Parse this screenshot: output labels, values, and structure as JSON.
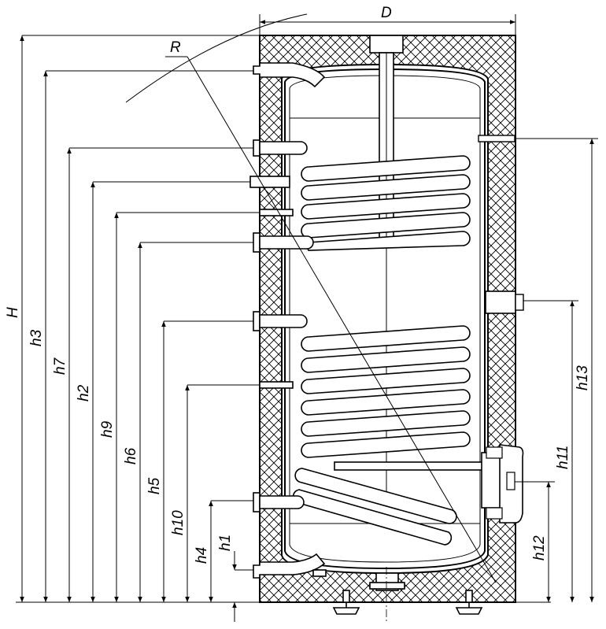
{
  "labels": {
    "D": "D",
    "R": "R",
    "H": "H",
    "h1": "h1",
    "h2": "h2",
    "h3": "h3",
    "h4": "h4",
    "h6": "h6",
    "h5": "h5",
    "h7": "h7",
    "h9": "h9",
    "h10": "h10",
    "h11": "h11",
    "h12": "h12",
    "h13": "h13"
  }
}
